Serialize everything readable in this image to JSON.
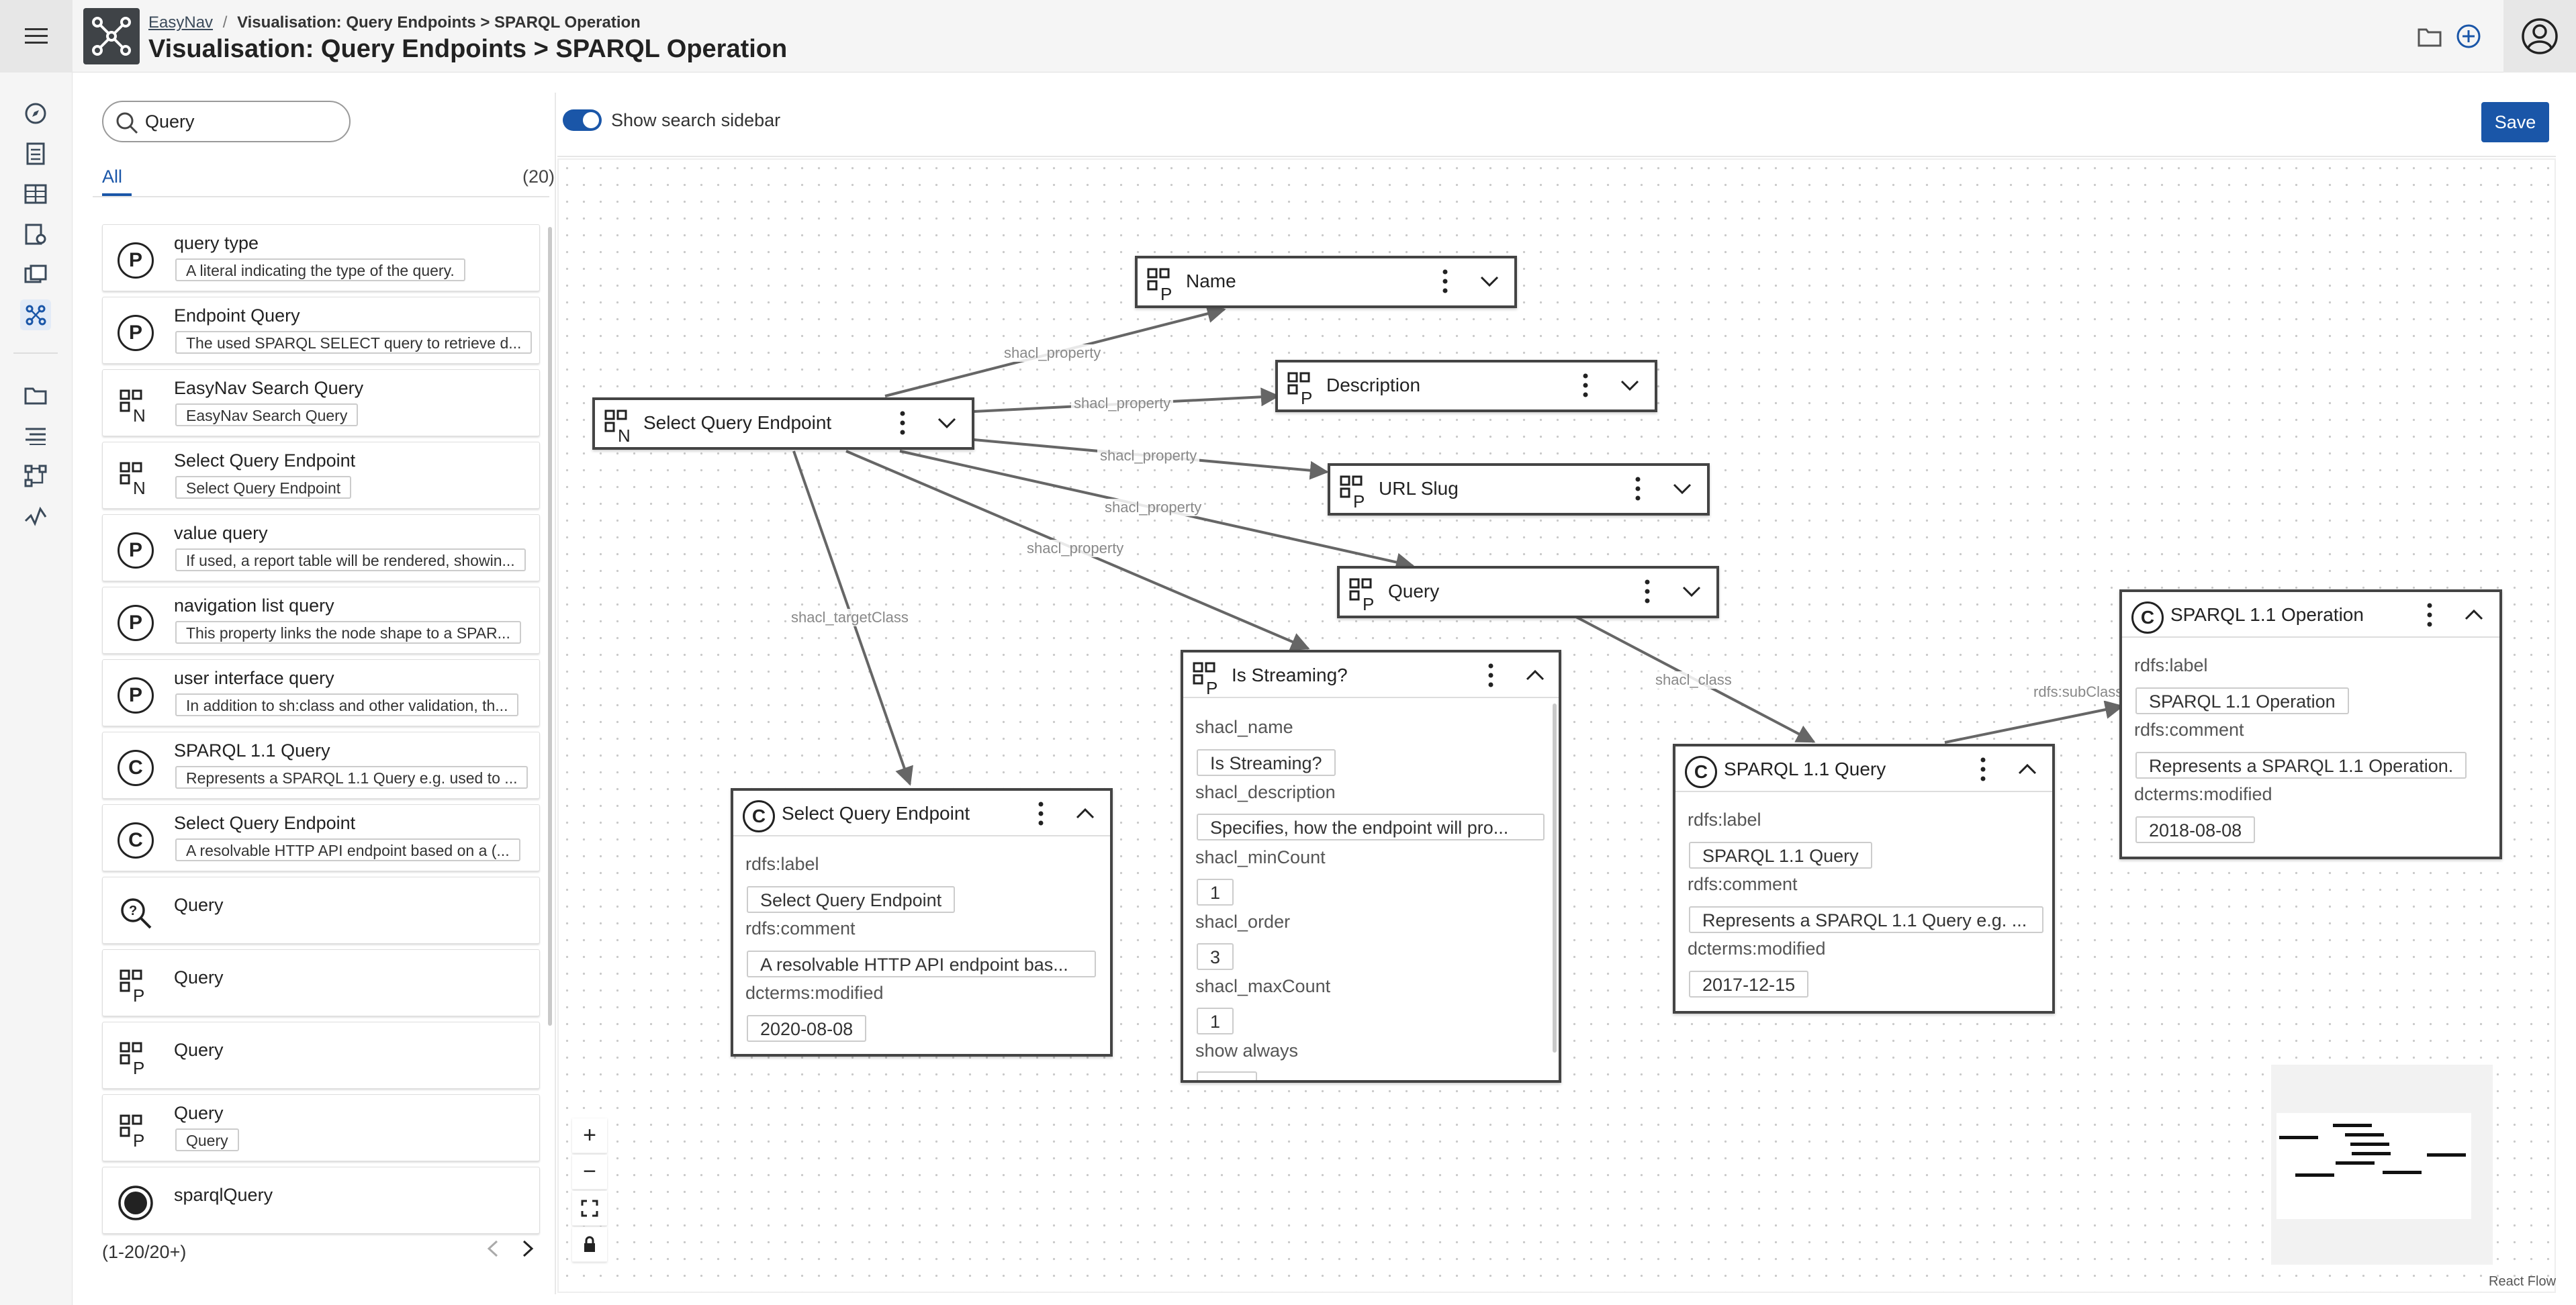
{
  "header": {
    "breadcrumb_root": "EasyNav",
    "breadcrumb_sep": "/",
    "breadcrumb_current": "Visualisation: Query Endpoints > SPARQL Operation",
    "title": "Visualisation: Query Endpoints > SPARQL Operation"
  },
  "rail": {
    "items": [
      "menu-icon",
      "compass-icon",
      "list-icon",
      "table-icon",
      "dataset-icon",
      "gallery-icon",
      "graph-icon",
      "folder-icon",
      "filter-list-icon",
      "flow-icon",
      "pulse-icon"
    ],
    "active": "graph-icon"
  },
  "sidebar": {
    "search_value": "Query",
    "tab_all": "All",
    "count": "(20)",
    "pager": "(1-20/20+)",
    "items": [
      {
        "type": "P",
        "title": "query type",
        "chip": "A literal indicating the type of the query."
      },
      {
        "type": "P",
        "title": "Endpoint Query",
        "chip": "The used SPARQL SELECT query to retrieve d..."
      },
      {
        "type": "N",
        "title": "EasyNav Search Query",
        "chip": "EasyNav Search Query"
      },
      {
        "type": "N",
        "title": "Select Query Endpoint",
        "chip": "Select Query Endpoint"
      },
      {
        "type": "P",
        "title": "value query",
        "chip": "If used, a report table will be rendered, showin..."
      },
      {
        "type": "P",
        "title": "navigation list query",
        "chip": "This property links the node shape to a SPAR..."
      },
      {
        "type": "P",
        "title": "user interface query",
        "chip": "In addition to sh:class and other validation, th..."
      },
      {
        "type": "C",
        "title": "SPARQL 1.1 Query",
        "chip": "Represents a SPARQL 1.1 Query e.g. used to ..."
      },
      {
        "type": "C",
        "title": "Select Query Endpoint",
        "chip": "A resolvable HTTP API endpoint based on a (..."
      },
      {
        "type": "Q",
        "title": "Query",
        "chip": ""
      },
      {
        "type": "SP",
        "title": "Query",
        "chip": ""
      },
      {
        "type": "SP",
        "title": "Query",
        "chip": ""
      },
      {
        "type": "SP",
        "title": "Query",
        "chip": "Query"
      },
      {
        "type": "I",
        "title": "sparqlQuery",
        "chip": ""
      }
    ]
  },
  "toolbar": {
    "toggle_label": "Show search sidebar",
    "toggle_on": true,
    "save_label": "Save"
  },
  "graph": {
    "edge_labels": {
      "e1": "shacl_property",
      "e2": "shacl_property",
      "e3": "shacl_property",
      "e4": "shacl_property",
      "e5": "shacl_property",
      "e6": "shacl_targetClass",
      "e7": "shacl_class",
      "e8": "rdfs:subClass"
    },
    "nodes": {
      "sqe_top": {
        "title": "Select Query Endpoint"
      },
      "name": {
        "title": "Name"
      },
      "description": {
        "title": "Description"
      },
      "urlslug": {
        "title": "URL Slug"
      },
      "query": {
        "title": "Query"
      },
      "streaming": {
        "title": "Is Streaming?",
        "fields": [
          {
            "key": "shacl_name",
            "value": "Is Streaming?"
          },
          {
            "key": "shacl_description",
            "value": "Specifies, how the endpoint will pro..."
          },
          {
            "key": "shacl_minCount",
            "value": "1"
          },
          {
            "key": "shacl_order",
            "value": "3"
          },
          {
            "key": "shacl_maxCount",
            "value": "1"
          },
          {
            "key": "show always",
            "value": ""
          }
        ]
      },
      "sqe_class": {
        "title": "Select Query Endpoint",
        "fields": [
          {
            "key": "rdfs:label",
            "value": "Select Query Endpoint"
          },
          {
            "key": "rdfs:comment",
            "value": "A resolvable HTTP API endpoint bas..."
          },
          {
            "key": "dcterms:modified",
            "value": "2020-08-08"
          }
        ]
      },
      "sparql_query": {
        "title": "SPARQL 1.1 Query",
        "fields": [
          {
            "key": "rdfs:label",
            "value": "SPARQL 1.1 Query"
          },
          {
            "key": "rdfs:comment",
            "value": "Represents a SPARQL 1.1 Query e.g. ..."
          },
          {
            "key": "dcterms:modified",
            "value": "2017-12-15"
          }
        ]
      },
      "sparql_op": {
        "title": "SPARQL 1.1 Operation",
        "fields": [
          {
            "key": "rdfs:label",
            "value": "SPARQL 1.1 Operation"
          },
          {
            "key": "rdfs:comment",
            "value": "Represents a SPARQL 1.1 Operation."
          },
          {
            "key": "dcterms:modified",
            "value": "2018-08-08"
          }
        ]
      }
    }
  },
  "controls": {
    "zoom_in": "+",
    "zoom_out": "−",
    "attribution": "React Flow"
  },
  "colors": {
    "accent": "#1a56a8",
    "node_border": "#444444",
    "edge": "#666666"
  }
}
